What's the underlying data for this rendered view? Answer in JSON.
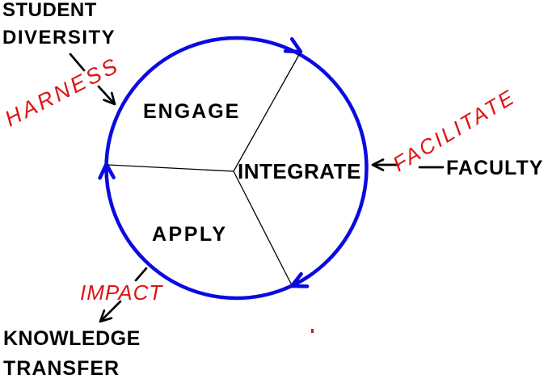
{
  "colors": {
    "circle": "#0a0ae0",
    "action": "#e01212",
    "text": "#000000"
  },
  "cycle": {
    "engage": "ENGAGE",
    "integrate": "INTEGRATE",
    "apply": "APPLY"
  },
  "inputs": {
    "student_diversity": {
      "line1": "STUDENT",
      "line2": "DIVERSITY",
      "action": "HARNESS"
    },
    "faculty": {
      "label": "FACULTY",
      "action": "FACILITATE"
    }
  },
  "outputs": {
    "knowledge_transfer": {
      "line1": "KNOWLEDGE",
      "line2": "TRANSFER",
      "action": "IMPACT"
    }
  }
}
